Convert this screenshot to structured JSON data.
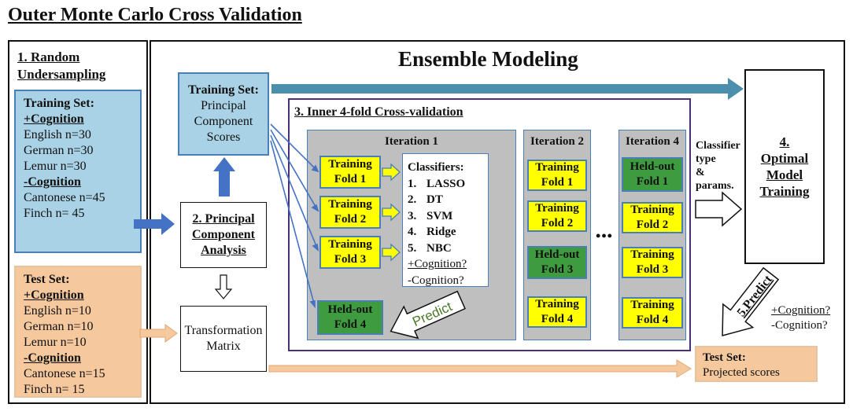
{
  "title": "Outer Monte Carlo Cross Validation",
  "random_undersampling": {
    "heading_line1": "1. Random",
    "heading_line2": "Undersampling",
    "training_set": {
      "title": "Training Set:",
      "pos_label": "+Cognition",
      "pos_items": [
        "English n=30",
        "German n=30",
        "Lemur n=30"
      ],
      "neg_label": "-Cognition",
      "neg_items": [
        "Cantonese n=45",
        "Finch n= 45"
      ]
    },
    "test_set": {
      "title": "Test Set:",
      "pos_label": "+Cognition",
      "pos_items": [
        "English n=10",
        "German n=10",
        "Lemur n=10"
      ],
      "neg_label": "-Cognition",
      "neg_items": [
        "Cantonese n=15",
        "Finch n= 15"
      ]
    }
  },
  "ensemble": {
    "title": "Ensemble Modeling",
    "pc_scores": {
      "line1": "Training Set:",
      "line2": "Principal",
      "line3": "Component",
      "line4": "Scores"
    },
    "pca": {
      "line1": "2. Principal",
      "line2": "Component",
      "line3": "Analysis"
    },
    "transform": {
      "line1": "Transformation",
      "line2": "Matrix"
    },
    "inner_cv_title": "3. Inner 4-fold Cross-validation",
    "iteration1": {
      "title": "Iteration 1",
      "folds": [
        {
          "line1": "Training",
          "line2": "Fold 1"
        },
        {
          "line1": "Training",
          "line2": "Fold 2"
        },
        {
          "line1": "Training",
          "line2": "Fold 3"
        }
      ],
      "heldout": {
        "line1": "Held-out",
        "line2": "Fold 4"
      },
      "classifiers_title": "Classifiers:",
      "classifiers": [
        {
          "num": "1.",
          "name": "LASSO"
        },
        {
          "num": "2.",
          "name": "DT"
        },
        {
          "num": "3.",
          "name": "SVM"
        },
        {
          "num": "4.",
          "name": "Ridge"
        },
        {
          "num": "5.",
          "name": "NBC"
        }
      ],
      "outcome_pos": "+Cognition?",
      "outcome_neg": "-Cognition?",
      "predict_label": "Predict"
    },
    "iteration2": {
      "title": "Iteration 2",
      "folds": [
        {
          "line1": "Training",
          "line2": "Fold 1",
          "kind": "training"
        },
        {
          "line1": "Training",
          "line2": "Fold 2",
          "kind": "training"
        },
        {
          "line1": "Held-out",
          "line2": "Fold 3",
          "kind": "heldout"
        },
        {
          "line1": "Training",
          "line2": "Fold 4",
          "kind": "training"
        }
      ]
    },
    "ellipsis": "•••",
    "iteration4": {
      "title": "Iteration 4",
      "folds": [
        {
          "line1": "Held-out",
          "line2": "Fold 1",
          "kind": "heldout"
        },
        {
          "line1": "Training",
          "line2": "Fold 2",
          "kind": "training"
        },
        {
          "line1": "Training",
          "line2": "Fold 3",
          "kind": "training"
        },
        {
          "line1": "Training",
          "line2": "Fold 4",
          "kind": "training"
        }
      ]
    },
    "classifier_params": [
      "Classifier",
      "type",
      "&",
      "params."
    ],
    "optimal": {
      "line1": "4.",
      "line2": "Optimal",
      "line3": "Model",
      "line4": "Training"
    },
    "predict5": "5.Predict",
    "final_outcome_pos": "+Cognition?",
    "final_outcome_neg": "-Cognition?",
    "test_projected": {
      "line1": "Test Set:",
      "line2": "Projected scores"
    }
  },
  "colors": {
    "blue_fill": "#a9d2e6",
    "blue_border": "#4a7fb6",
    "tan_fill": "#f5c89e",
    "yellow": "#ffff00",
    "green": "#3f9b3f",
    "gray": "#bfbfbf",
    "arrow_blue": "#4472c4",
    "arrow_teal": "#4c8fad"
  }
}
